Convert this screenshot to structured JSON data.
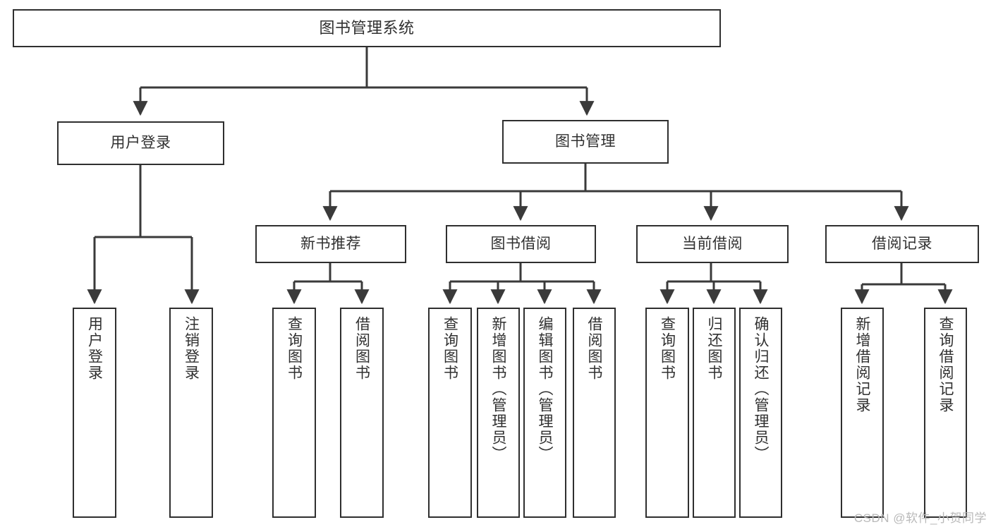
{
  "diagram": {
    "title": "图书管理系统",
    "type": "tree-hierarchy",
    "watermark": "CSDN @软件_小贺同学",
    "colors": {
      "background": "#ffffff",
      "box_border": "#2f2f2f",
      "box_fill": "#ffffff",
      "text": "#303030",
      "edge": "#3a3a3a",
      "watermark": "#b9b9b9"
    },
    "nodes": {
      "root": {
        "label": "图书管理系统"
      },
      "level1": [
        {
          "id": "user-login",
          "label": "用户登录"
        },
        {
          "id": "book-manage",
          "label": "图书管理"
        }
      ],
      "level2": [
        {
          "id": "new-book-recommend",
          "label": "新书推荐"
        },
        {
          "id": "book-borrow",
          "label": "图书借阅"
        },
        {
          "id": "current-borrow",
          "label": "当前借阅"
        },
        {
          "id": "borrow-record",
          "label": "借阅记录"
        }
      ],
      "leaves": {
        "user-login": [
          {
            "id": "leaf-user-login",
            "label": "用户登录"
          },
          {
            "id": "leaf-logout-login",
            "label": "注销登录"
          }
        ],
        "new-book-recommend": [
          {
            "id": "leaf-query-book-1",
            "label": "查询图书"
          },
          {
            "id": "leaf-borrow-book-1",
            "label": "借阅图书"
          }
        ],
        "book-borrow": [
          {
            "id": "leaf-query-book-2",
            "label": "查询图书"
          },
          {
            "id": "leaf-add-book",
            "label": "新增图书（管理员）"
          },
          {
            "id": "leaf-edit-book",
            "label": "编辑图书（管理员）"
          },
          {
            "id": "leaf-borrow-book-2",
            "label": "借阅图书"
          }
        ],
        "current-borrow": [
          {
            "id": "leaf-query-book-3",
            "label": "查询图书"
          },
          {
            "id": "leaf-return-book",
            "label": "归还图书"
          },
          {
            "id": "leaf-confirm-return",
            "label": "确认归还（管理员）"
          }
        ],
        "borrow-record": [
          {
            "id": "leaf-add-record",
            "label": "新增借阅记录"
          },
          {
            "id": "leaf-query-record",
            "label": "查询借阅记录"
          }
        ]
      }
    }
  }
}
